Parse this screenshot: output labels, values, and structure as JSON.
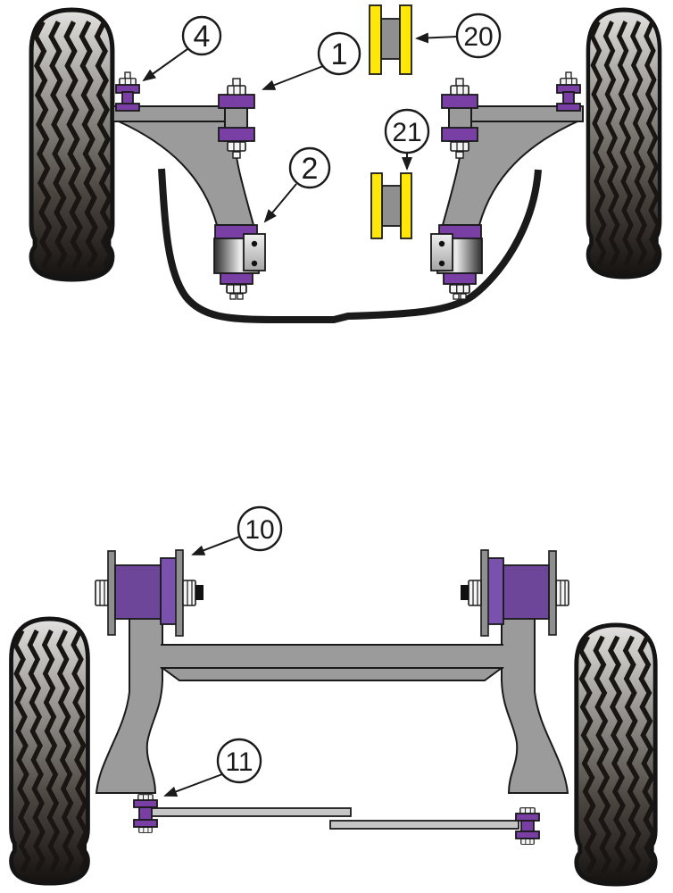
{
  "callouts": {
    "c1": "1",
    "c2": "2",
    "c4": "4",
    "c10": "10",
    "c11": "11",
    "c20": "20",
    "c21": "21"
  },
  "colors": {
    "outline": "#1a1a1a",
    "bushing_purple": "#7a3fa4",
    "mount_purple": "#6e4699",
    "mount_purple_cap": "#7b51ae",
    "metal_gray": "#9b9b9b",
    "plate_gray": "#8f8f8f",
    "bar_gray": "#c6c6c6",
    "insert_yellow": "#ffe70a"
  }
}
